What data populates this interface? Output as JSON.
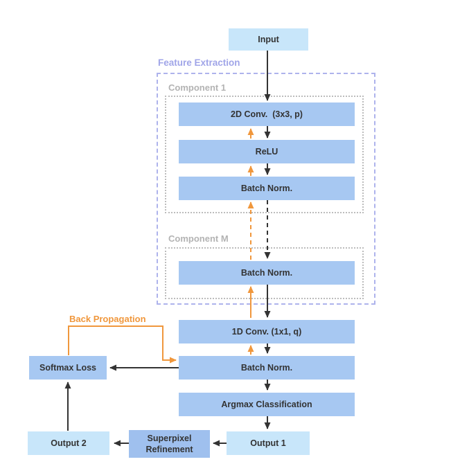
{
  "colors": {
    "light_blue": "#c8e6fa",
    "medium_blue": "#a7c8f2",
    "superpixel_blue": "#9fc0ee",
    "orange": "#f0973c",
    "lavender_label": "#a0a5e8",
    "lavender_border": "#aeb3ec",
    "gray_label": "#b3b3b3",
    "gray_border": "#bcbcbc",
    "text": "#333333",
    "arrow_black": "#333333"
  },
  "groups": {
    "feature_extraction": {
      "label": "Feature Extraction"
    },
    "component_1": {
      "label": "Component 1"
    },
    "component_m": {
      "label": "Component M"
    }
  },
  "nodes": {
    "input": {
      "label": "Input"
    },
    "conv2d": {
      "label": "2D Conv.  (3x3, p)"
    },
    "relu": {
      "label": "ReLU"
    },
    "batch_norm_1": {
      "label": "Batch Norm."
    },
    "batch_norm_m": {
      "label": "Batch Norm."
    },
    "conv1d": {
      "label": "1D Conv. (1x1, q)"
    },
    "batch_norm_2": {
      "label": "Batch Norm."
    },
    "argmax": {
      "label": "Argmax Classification"
    },
    "output_1": {
      "label": "Output 1"
    },
    "superpixel": {
      "line1": "Superpixel",
      "line2": "Refinement"
    },
    "output_2": {
      "label": "Output 2"
    },
    "softmax_loss": {
      "label": "Softmax Loss"
    }
  },
  "annotations": {
    "back_propagation": {
      "label": "Back Propagation"
    }
  }
}
